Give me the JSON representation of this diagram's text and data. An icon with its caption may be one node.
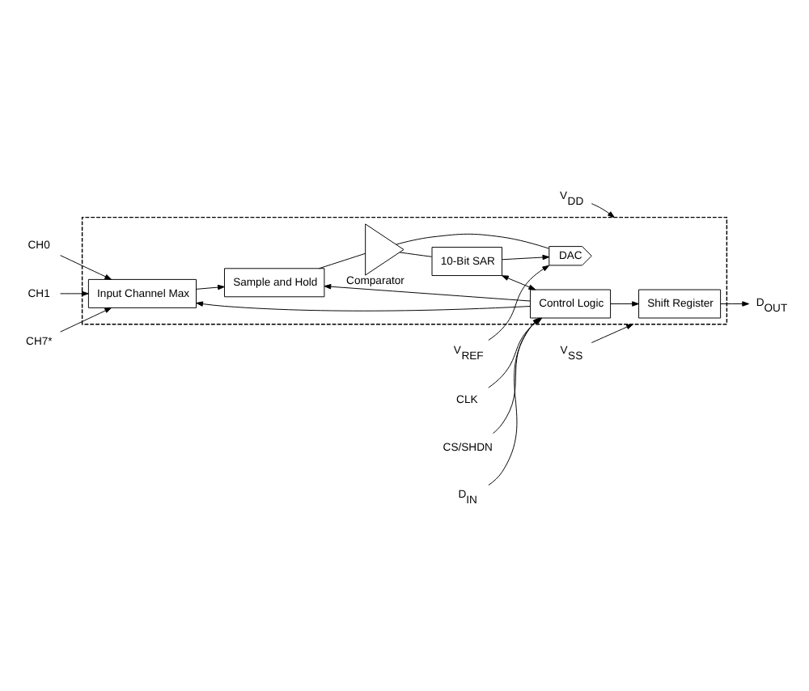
{
  "diagram": {
    "nodes": [
      {
        "text": [],
        "shape": "box"
      },
      {
        "text": [
          "CH0"
        ]
      },
      {
        "text": [
          "CH1"
        ]
      },
      {
        "text": [
          "CH7*"
        ]
      },
      {
        "text": [
          "Input Channel Max"
        ],
        "in": 0
      },
      {
        "text": [
          "V$_{REF}$"
        ]
      },
      {
        "text": [
          "DAC"
        ],
        "in": 0
      },
      {
        "text": [
          "V$_{DD}$"
        ]
      },
      {
        "text": [
          "V$_{SS}$"
        ]
      },
      {
        "text": [
          "Comparator"
        ],
        "in": 0
      },
      {
        "text": [
          "Sample and Hold"
        ],
        "in": 0
      },
      {
        "text": [
          "10-Bit SAR"
        ],
        "in": 0
      },
      {
        "text": [
          "Control Logic"
        ],
        "in": 0
      },
      {
        "text": [
          "Shift Register"
        ],
        "in": 0
      },
      {
        "text": [
          "CS/SHDN"
        ]
      },
      {
        "text": [
          "D$_{IN}$"
        ]
      },
      {
        "text": [
          "CLK"
        ]
      },
      {
        "text": [
          "D$_{OUT}$"
        ]
      }
    ],
    "edges": [
      {
        "from": 1,
        "to": 4,
        "arrow": "to"
      },
      {
        "from": 2,
        "to": 4,
        "arrow": "to"
      },
      {
        "from": 3,
        "to": 4,
        "arrow": "to"
      },
      {
        "from": 5,
        "to": 6,
        "arrow": "to"
      },
      {
        "from": 7,
        "to": 0,
        "arrow": "to"
      },
      {
        "from": 8,
        "to": 0,
        "arrow": "to"
      },
      {
        "from": 4,
        "to": 10,
        "arrow": "to"
      },
      {
        "from": 6,
        "to": 9,
        "arrow": "none"
      },
      {
        "from": 10,
        "to": 9,
        "arrow": "none"
      },
      {
        "from": 9,
        "to": 11,
        "arrow": "none"
      },
      {
        "from": 11,
        "to": 6,
        "arrow": "to"
      },
      {
        "from": 11,
        "to": 12,
        "arrow": "both"
      },
      {
        "from": 12,
        "to": 10,
        "arrow": "to"
      },
      {
        "from": 12,
        "to": 4,
        "arrow": "to"
      },
      {
        "from": 12,
        "to": 13,
        "arrow": "to"
      },
      {
        "from": 14,
        "to": 12,
        "arrow": "to"
      },
      {
        "from": 15,
        "to": 12,
        "arrow": "to"
      },
      {
        "from": 16,
        "to": 12,
        "arrow": "to"
      },
      {
        "from": 13,
        "to": 17,
        "arrow": "to"
      }
    ]
  }
}
